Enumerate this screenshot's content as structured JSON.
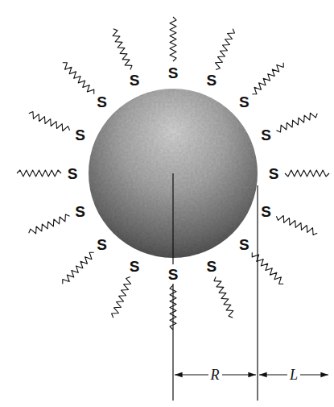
{
  "diagram": {
    "labels": [
      "S",
      "S",
      "S",
      "S",
      "S",
      "S",
      "S",
      "S",
      "S",
      "S",
      "S",
      "S",
      "S",
      "S",
      "S",
      "S",
      "R",
      "L"
    ]
  }
}
